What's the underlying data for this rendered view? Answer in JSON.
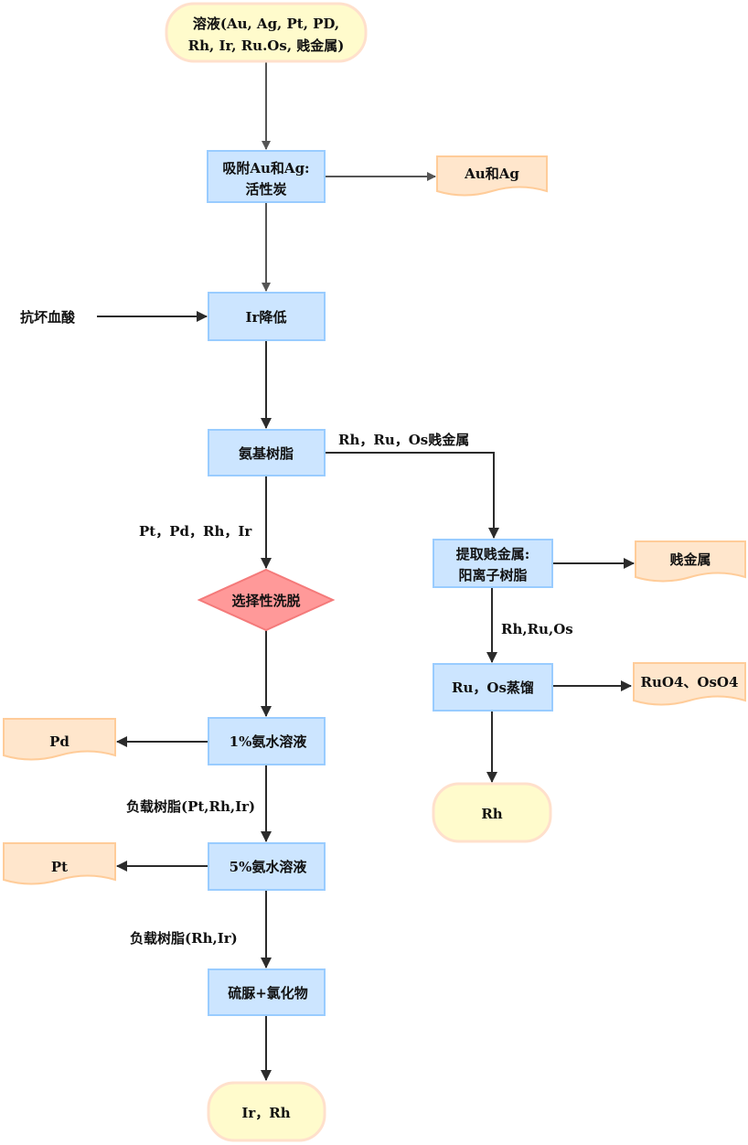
{
  "colors": {
    "process_fill": "#cce5ff",
    "process_stroke": "#99ccff",
    "terminal_fill": "#fffbcc",
    "terminal_stroke": "#ffe0cc",
    "document_fill": "#ffe6cc",
    "document_stroke": "#ffcc99",
    "decision_fill": "#ff9999",
    "decision_stroke": "#f47a7a",
    "edge_gray": "#555555",
    "edge_dark": "#2b2b2b"
  },
  "nodes": {
    "start": {
      "lines": [
        "溶液(Au, Ag, Pt, PD,",
        "Rh, Ir, Ru.Os, 贱金属)"
      ]
    },
    "adsorb": {
      "lines": [
        "吸附Au和Ag:",
        "活性炭"
      ]
    },
    "au_ag": {
      "lines": [
        "Au和Ag"
      ]
    },
    "ir_reduce": {
      "lines": [
        "Ir降低"
      ]
    },
    "amino_resin": {
      "lines": [
        "氨基树脂"
      ]
    },
    "extract_base": {
      "lines": [
        "提取贱金属:",
        "阳离子树脂"
      ]
    },
    "base_metal": {
      "lines": [
        "贱金属"
      ]
    },
    "ru_os_distill": {
      "lines": [
        "Ru，Os蒸馏"
      ]
    },
    "ruo4_oso4": {
      "lines": [
        "RuO4、OsO4"
      ]
    },
    "rh_end": {
      "lines": [
        "Rh"
      ]
    },
    "selective_elution": {
      "lines": [
        "选择性洗脱"
      ]
    },
    "ammonia_1": {
      "lines": [
        "1%氨水溶液"
      ]
    },
    "pd": {
      "lines": [
        "Pd"
      ]
    },
    "ammonia_5": {
      "lines": [
        "5%氨水溶液"
      ]
    },
    "pt": {
      "lines": [
        "Pt"
      ]
    },
    "thiourea": {
      "lines": [
        "硫脲+氯化物"
      ]
    },
    "ir_rh_end": {
      "lines": [
        "Ir，Rh"
      ]
    }
  },
  "labels": {
    "ascorbic_acid": "抗坏血酸",
    "rh_ru_os_base": "Rh，Ru，Os贱金属",
    "pt_pd_rh_ir": "Pt，Pd，Rh，Ir",
    "rh_ru_os": "Rh,Ru,Os",
    "loaded_resin_pt_rh_ir": "负载树脂(Pt,Rh,Ir)",
    "loaded_resin_rh_ir": "负载树脂(Rh,Ir)"
  }
}
